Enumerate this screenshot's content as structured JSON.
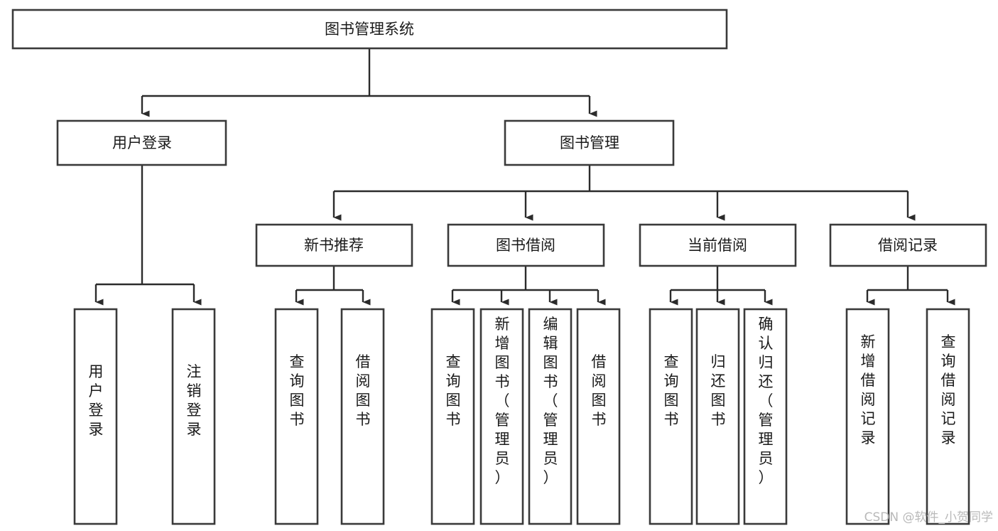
{
  "diagram": {
    "type": "tree",
    "title": "图书管理系统",
    "orientation": "top-down",
    "colors": {
      "box_stroke": "#3a3a3a",
      "box_fill": "#ffffff",
      "edge": "#2b2b2b",
      "text": "#1a1a1a",
      "watermark": "#b9b9b9"
    },
    "levels": {
      "root": {
        "label": "图书管理系统"
      },
      "level2": [
        {
          "label": "用户登录"
        },
        {
          "label": "图书管理"
        }
      ],
      "level3": [
        {
          "label": "新书推荐"
        },
        {
          "label": "图书借阅"
        },
        {
          "label": "当前借阅"
        },
        {
          "label": "借阅记录"
        }
      ],
      "leaves": {
        "user_login": [
          {
            "label": "用户登录"
          },
          {
            "label": "注销登录"
          }
        ],
        "new_book_recommend": [
          {
            "label": "查询图书"
          },
          {
            "label": "借阅图书"
          }
        ],
        "book_borrow": [
          {
            "label": "查询图书"
          },
          {
            "label": "新增图书（管理员）"
          },
          {
            "label": "编辑图书（管理员）"
          },
          {
            "label": "借阅图书"
          }
        ],
        "current_borrow": [
          {
            "label": "查询图书"
          },
          {
            "label": "归还图书"
          },
          {
            "label": "确认归还（管理员）"
          }
        ],
        "borrow_records": [
          {
            "label": "新增借阅记录"
          },
          {
            "label": "查询借阅记录"
          }
        ]
      }
    }
  },
  "watermark": {
    "text": "CSDN @软件_小贺同学"
  }
}
